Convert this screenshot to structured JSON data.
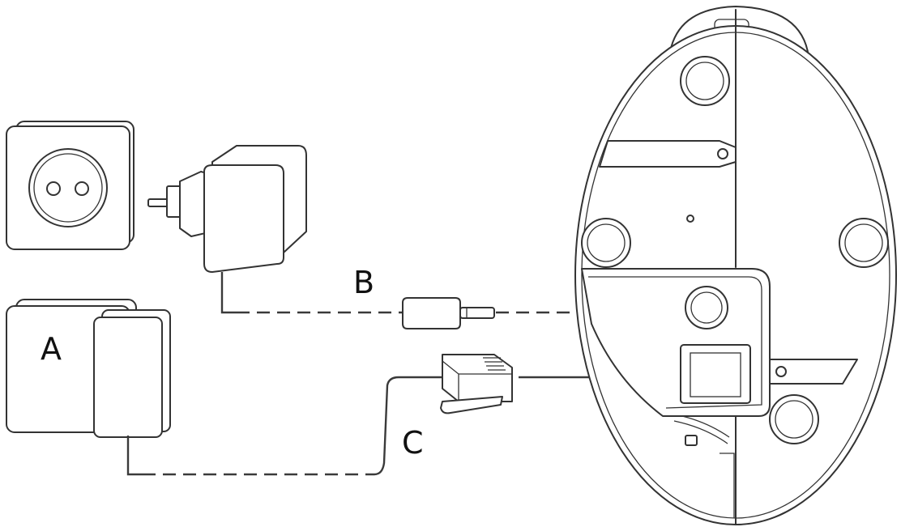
{
  "labels": {
    "a": "A",
    "b": "B",
    "c": "C"
  },
  "colors": {
    "stroke": "#333333",
    "background": "#ffffff"
  }
}
